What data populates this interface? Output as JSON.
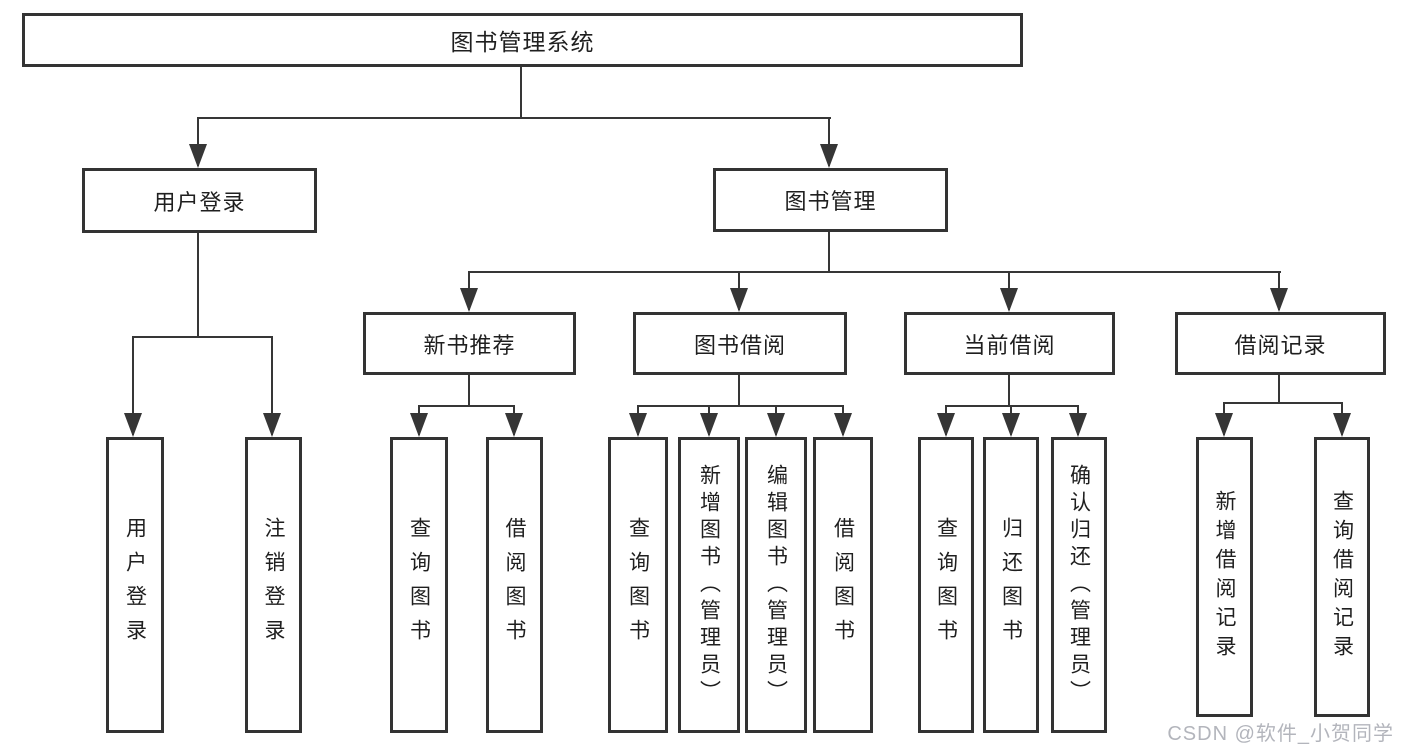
{
  "diagram": {
    "title": "图书管理系统",
    "root": {
      "id": "library-management-system",
      "label": "图书管理系统"
    },
    "level2": [
      {
        "id": "user-login",
        "label": "用户登录",
        "parent": "library-management-system"
      },
      {
        "id": "book-management",
        "label": "图书管理",
        "parent": "library-management-system"
      }
    ],
    "level3": [
      {
        "id": "new-book-recommendation",
        "label": "新书推荐",
        "parent": "book-management"
      },
      {
        "id": "book-borrowing",
        "label": "图书借阅",
        "parent": "book-management"
      },
      {
        "id": "current-borrowing",
        "label": "当前借阅",
        "parent": "book-management"
      },
      {
        "id": "borrowing-records",
        "label": "借阅记录",
        "parent": "book-management"
      }
    ],
    "leaves": [
      {
        "id": "leaf-user-login",
        "label": "用户登录",
        "parent": "user-login"
      },
      {
        "id": "leaf-logout",
        "label": "注销登录",
        "parent": "user-login"
      },
      {
        "id": "leaf-query-books-recommend",
        "label": "查询图书",
        "parent": "new-book-recommendation"
      },
      {
        "id": "leaf-borrow-books-recommend",
        "label": "借阅图书",
        "parent": "new-book-recommendation"
      },
      {
        "id": "leaf-query-books-borrow",
        "label": "查询图书",
        "parent": "book-borrowing"
      },
      {
        "id": "leaf-add-books-admin",
        "label": "新增图书（管理员）",
        "parent": "book-borrowing"
      },
      {
        "id": "leaf-edit-books-admin",
        "label": "编辑图书（管理员）",
        "parent": "book-borrowing"
      },
      {
        "id": "leaf-borrow-books",
        "label": "借阅图书",
        "parent": "book-borrowing"
      },
      {
        "id": "leaf-query-books-current",
        "label": "查询图书",
        "parent": "current-borrowing"
      },
      {
        "id": "leaf-return-books",
        "label": "归还图书",
        "parent": "current-borrowing"
      },
      {
        "id": "leaf-confirm-return-admin",
        "label": "确认归还（管理员）",
        "parent": "current-borrowing"
      },
      {
        "id": "leaf-add-borrow-record",
        "label": "新增借阅记录",
        "parent": "borrowing-records"
      },
      {
        "id": "leaf-query-borrow-record",
        "label": "查询借阅记录",
        "parent": "borrowing-records"
      }
    ]
  },
  "watermark": {
    "text": "CSDN @软件_小贺同学"
  },
  "colors": {
    "background": "#ffffff",
    "line": "#363636",
    "box_border": "#333333",
    "text": "#1f1f1f",
    "watermark": "#b3b5bc"
  }
}
